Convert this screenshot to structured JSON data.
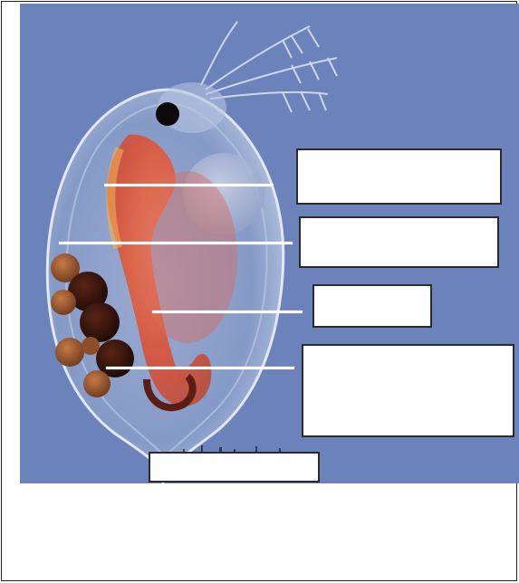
{
  "diagram": {
    "background_color": "#6b82ba",
    "labels": [
      {
        "id": "label-1",
        "text": ""
      },
      {
        "id": "label-2",
        "text": ""
      },
      {
        "id": "label-3",
        "text": ""
      },
      {
        "id": "label-4",
        "text": ""
      },
      {
        "id": "label-5",
        "text": ""
      }
    ]
  }
}
